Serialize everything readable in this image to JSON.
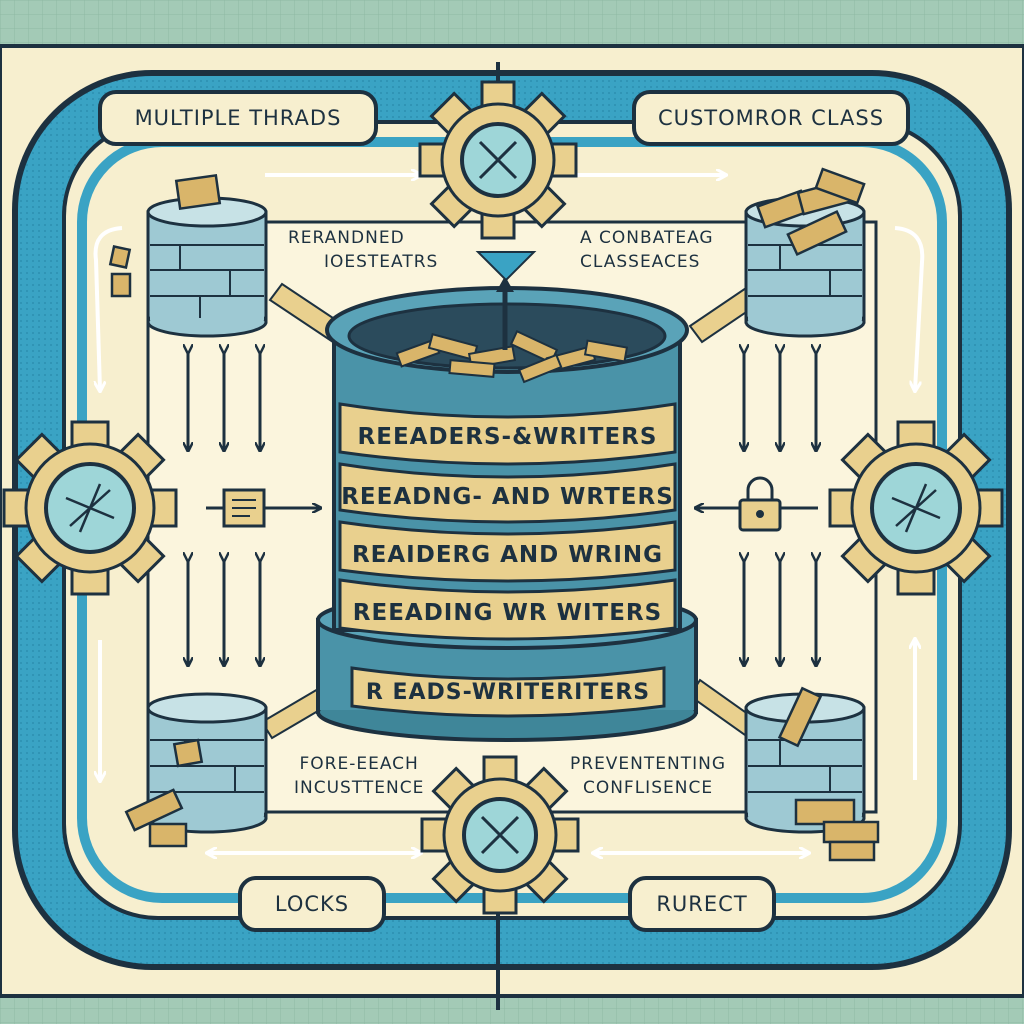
{
  "diagram": {
    "top_left_label": "MULTIPLE THRADS",
    "top_right_label": "CUSTOMROR CLASS",
    "bottom_left_label": "LOCKS",
    "bottom_right_label": "RURECT",
    "upper_left_text": [
      "RERANDNED",
      "IOESTEATRS"
    ],
    "upper_right_text": [
      "A CONBATEAG",
      "CLASSEACES"
    ],
    "lower_left_text": [
      "FORE-EEACH",
      "INCUSTTENCE"
    ],
    "lower_right_text": [
      "PREVENTENTING",
      "CONFLISENCE"
    ],
    "bands": [
      "REEADERS-&WRITERS",
      "REEADNG- AND WRTERS",
      "REAIDERG AND WRING",
      "REEADING WR WITERS",
      "R EADS-WRITERITERS"
    ],
    "icons": [
      "gear-icon",
      "database-icon",
      "lock-icon",
      "note-icon",
      "wood-pile-icon",
      "arrow-icon"
    ],
    "colors": {
      "background": "#9fc7b3",
      "frame_blue": "#3aa3c4",
      "cream": "#f7efcf",
      "outline": "#1d3140",
      "gold": "#e9d08e",
      "drum": "#4a93a8"
    }
  }
}
